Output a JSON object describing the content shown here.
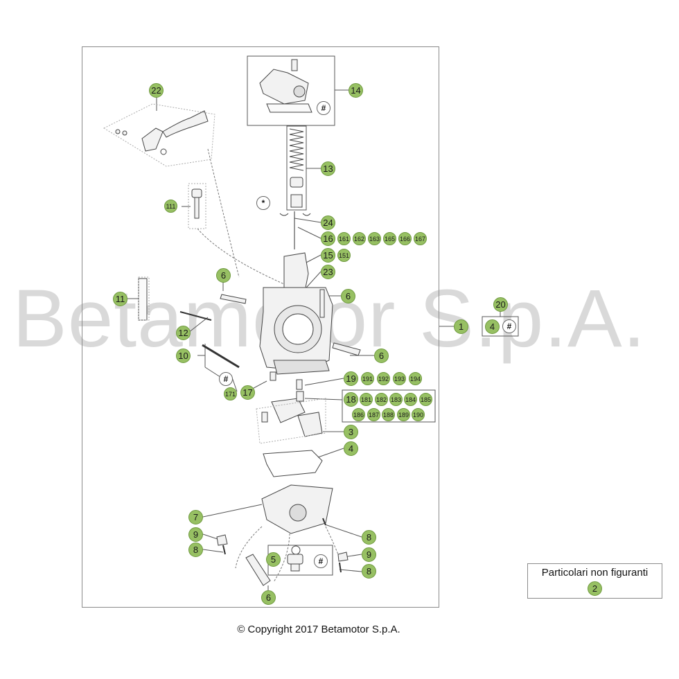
{
  "watermark": "Betamotor S.p.A.",
  "copyright": "© Copyright 2017 Betamotor S.p.A.",
  "not_pictured": {
    "label": "Particolari non figuranti",
    "part": "2"
  },
  "markers": {
    "hash": "#",
    "star": "*"
  },
  "callouts": {
    "c22": "22",
    "c14": "14",
    "c13": "13",
    "c24": "24",
    "c16": "16",
    "c161": "161",
    "c162": "162",
    "c163": "163",
    "c165": "165",
    "c166": "166",
    "c167": "167",
    "c15": "15",
    "c151": "151",
    "c23": "23",
    "c111": "111",
    "c6a": "6",
    "c6b": "6",
    "c6c": "6",
    "c6d": "6",
    "c11": "11",
    "c12": "12",
    "c10": "10",
    "c1": "1",
    "c20": "20",
    "c4a": "4",
    "c19": "19",
    "c191": "191",
    "c192": "192",
    "c193": "193",
    "c194": "194",
    "c18": "18",
    "c181": "181",
    "c182": "182",
    "c183": "183",
    "c184": "184",
    "c185": "185",
    "c186": "186",
    "c187": "187",
    "c188": "188",
    "c189": "189",
    "c190": "190",
    "c171": "171",
    "c17": "17",
    "c3": "3",
    "c4b": "4",
    "c7": "7",
    "c9a": "9",
    "c8a": "8",
    "c8b": "8",
    "c9b": "9",
    "c8c": "8",
    "c5": "5"
  }
}
